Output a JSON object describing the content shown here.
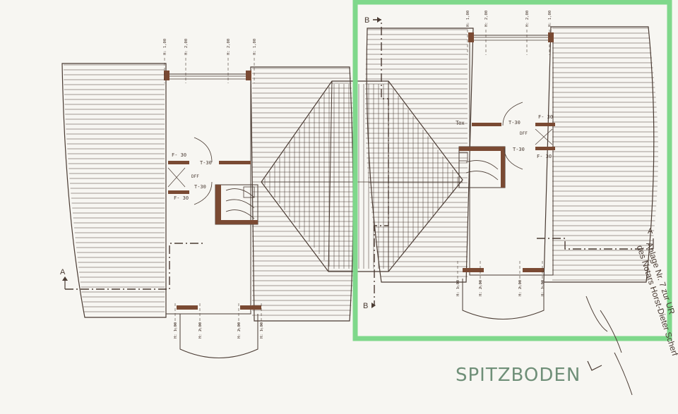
{
  "drawing": {
    "title": "SPITZBODEN",
    "heights": [
      "H: 1,00",
      "H: 2,00",
      "H: 2,00",
      "H: 1,00"
    ],
    "section_a": "A",
    "section_b": "B",
    "fire_rating_f30": "F- 30",
    "fire_rating_t30": "T-30",
    "tex_label": "Tex",
    "dff_label": "DFF",
    "annotation": {
      "line1": "Anlage Nr. 7 zur UR",
      "line2": "des Notars Horst-Dieter Scherf"
    },
    "colors": {
      "ink": "#4a3b33",
      "wall": "#7a4a33",
      "highlight": "#7fd88b",
      "paper": "#f7f6f2"
    }
  }
}
